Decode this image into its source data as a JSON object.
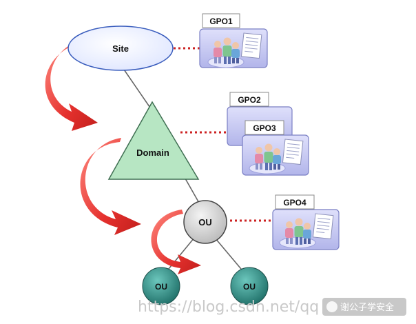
{
  "nodes": {
    "site": "Site",
    "domain": "Domain",
    "ou_parent": "OU",
    "ou_child_left": "OU",
    "ou_child_right": "OU"
  },
  "gpos": {
    "gpo1": "GPO1",
    "gpo2": "GPO2",
    "gpo3": "GPO3",
    "gpo4": "GPO4"
  },
  "watermark": {
    "url": "https://blog.csdn.net/qq",
    "brand": "谢公子学安全"
  },
  "colors": {
    "site_fill": "#eef2ff",
    "domain_fill": "#b7e6c3",
    "ou_fill": "#d6d6d6",
    "ou_child_fill": "#2f8f86",
    "gpo_fill": "#c6c8f2",
    "arrow_red": "#e5312e",
    "connector_dots": "#cc2222"
  },
  "icons": [
    "group-policy-icon",
    "curved-arrow-icon"
  ]
}
